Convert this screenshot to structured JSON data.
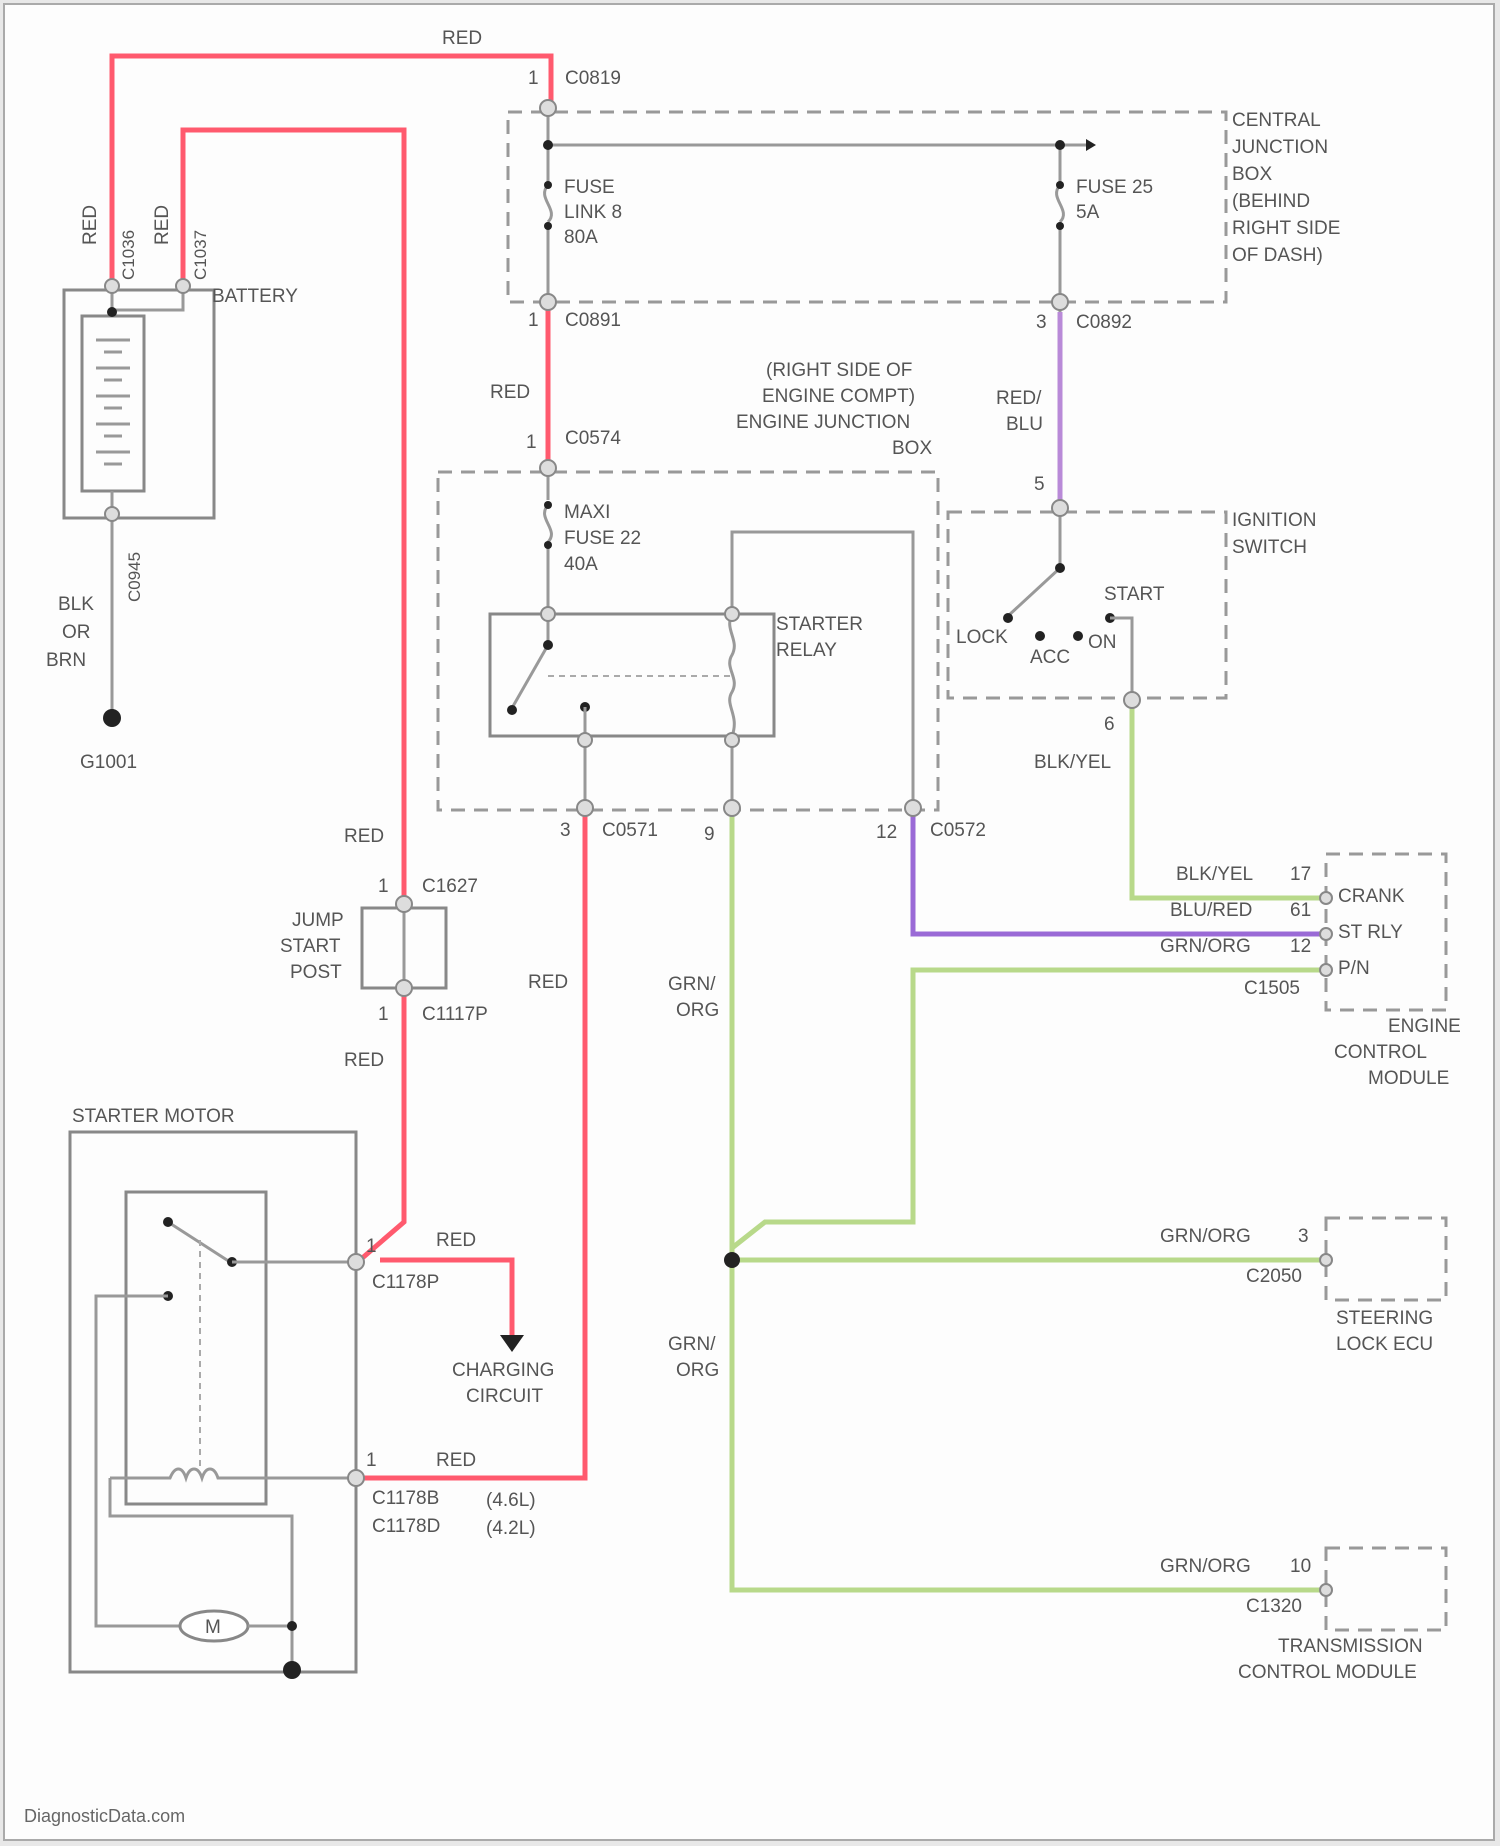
{
  "footer": "DiagnosticData.com",
  "components": {
    "battery": "BATTERY",
    "central_junction_box": [
      "CENTRAL",
      "JUNCTION",
      "BOX",
      "(BEHIND",
      "RIGHT SIDE",
      "OF DASH)"
    ],
    "engine_junction_box": [
      "(RIGHT SIDE OF",
      "ENGINE COMPT)",
      "ENGINE JUNCTION",
      "BOX"
    ],
    "ignition_switch": [
      "IGNITION",
      "SWITCH"
    ],
    "starter_relay": [
      "STARTER",
      "RELAY"
    ],
    "jump_start_post": [
      "JUMP",
      "START",
      "POST"
    ],
    "starter_motor": "STARTER MOTOR",
    "engine_control_module": [
      "ENGINE",
      "CONTROL",
      "MODULE"
    ],
    "steering_lock_ecu": [
      "STEERING",
      "LOCK ECU"
    ],
    "transmission_control_module": [
      "TRANSMISSION",
      "CONTROL MODULE"
    ],
    "charging_circuit": [
      "CHARGING",
      "CIRCUIT"
    ],
    "motor_symbol": "M"
  },
  "fuses": {
    "fuse_link": [
      "FUSE",
      "LINK 8",
      "80A"
    ],
    "fuse_25": [
      "FUSE 25",
      "5A"
    ],
    "fuse_22": [
      "MAXI",
      "FUSE 22",
      "40A"
    ]
  },
  "ignition_positions": {
    "lock": "LOCK",
    "acc": "ACC",
    "on": "ON",
    "start": "START"
  },
  "ecm_pins": {
    "crank": "CRANK",
    "st_rly": "ST RLY",
    "p_n": "P/N",
    "connector": "C1505"
  },
  "connectors": {
    "c0819": "C0819",
    "c0891": "C0891",
    "c0892": "C0892",
    "c0574": "C0574",
    "c0571": "C0571",
    "c0572": "C0572",
    "c1627": "C1627",
    "c1117p": "C1117P",
    "c1178p": "C1178P",
    "c1178b": "C1178B",
    "c1178d": "C1178D",
    "c2050": "C2050",
    "c1320": "C1320",
    "g1001": "G1001",
    "c1036": "C1036",
    "c1037": "C1037",
    "c0945": "C0945"
  },
  "pin_numbers": {
    "p_c0819": "1",
    "p_c0891": "1",
    "p_c0892": "3",
    "p_c0574": "1",
    "p_ign_top": "5",
    "p_ign_bot": "6",
    "p_c0571": "3",
    "p_c0572_a": "9",
    "p_c0572_b": "12",
    "p_c1627": "1",
    "p_c1117p": "1",
    "p_c1178p": "1",
    "p_c1178b": "1",
    "p_crank": "17",
    "p_st_rly": "61",
    "p_p_n": "12",
    "p_steer": "3",
    "p_tcm": "10"
  },
  "wire_colors": {
    "red_top": "RED",
    "red_bat1": "RED",
    "red_bat2": "RED",
    "red_c0891": "RED",
    "red_blu": [
      "RED/",
      "BLU"
    ],
    "blk_brn": [
      "BLK",
      "OR",
      "BRN"
    ],
    "red_jump_top": "RED",
    "red_jump_bot": "RED",
    "red_c0571": "RED",
    "red_charge": "RED",
    "red_motor": "RED",
    "blk_yel": "BLK/YEL",
    "blk_yel_ecm": "BLK/YEL",
    "blu_red": "BLU/RED",
    "grn_org_ecm": "GRN/ORG",
    "grn_org_1": [
      "GRN/",
      "ORG"
    ],
    "grn_org_2": [
      "GRN/",
      "ORG"
    ],
    "grn_org_steer": "GRN/ORG",
    "grn_org_tcm": "GRN/ORG"
  },
  "engine_variants": {
    "v46": "(4.6L)",
    "v42": "(4.2L)"
  },
  "colors": {
    "red": "#ff5a6e",
    "green": "#b8d98a",
    "purple": "#9a6ad6",
    "pink": "#b98ad8"
  }
}
